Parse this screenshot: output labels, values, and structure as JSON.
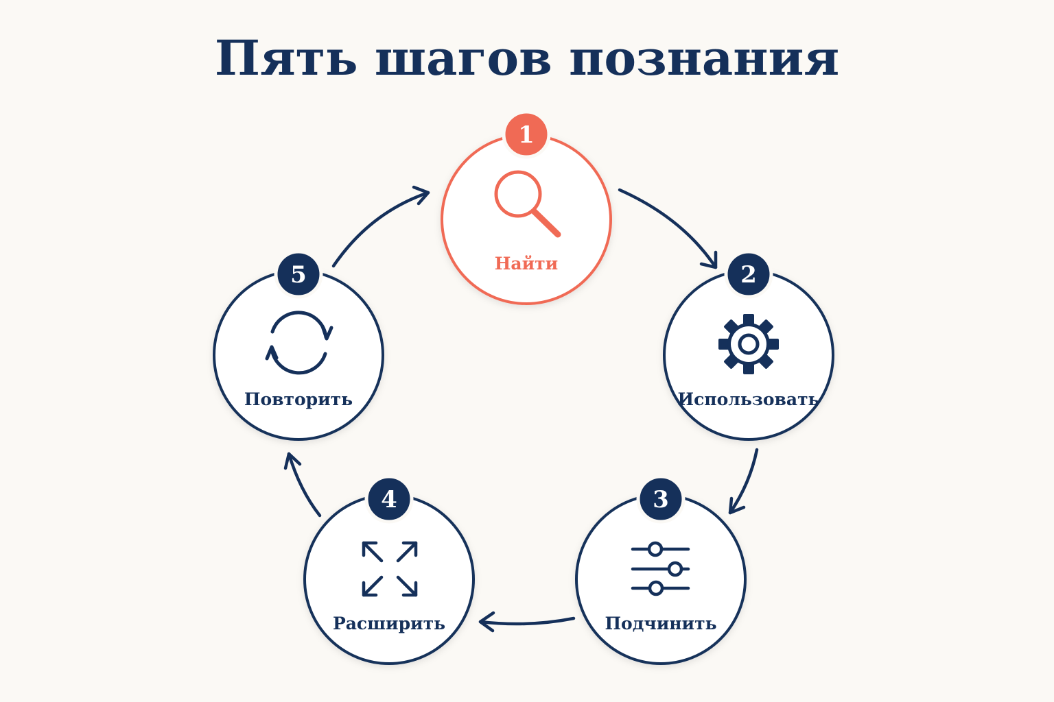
{
  "title": "Пять шагов познания",
  "colors": {
    "background": "#fbf9f5",
    "navy": "#15305a",
    "accent": "#f06a55",
    "circle_fill": "#ffffff"
  },
  "steps": [
    {
      "number": "1",
      "label": "Найти",
      "icon": "search-icon",
      "highlighted": true
    },
    {
      "number": "2",
      "label": "Использовать",
      "icon": "gear-icon",
      "highlighted": false
    },
    {
      "number": "3",
      "label": "Подчинить",
      "icon": "sliders-icon",
      "highlighted": false
    },
    {
      "number": "4",
      "label": "Расширить",
      "icon": "expand-icon",
      "highlighted": false
    },
    {
      "number": "5",
      "label": "Повторить",
      "icon": "refresh-icon",
      "highlighted": false
    }
  ],
  "flow": "1 → 2 → 3 → 4 → 5 → 1"
}
